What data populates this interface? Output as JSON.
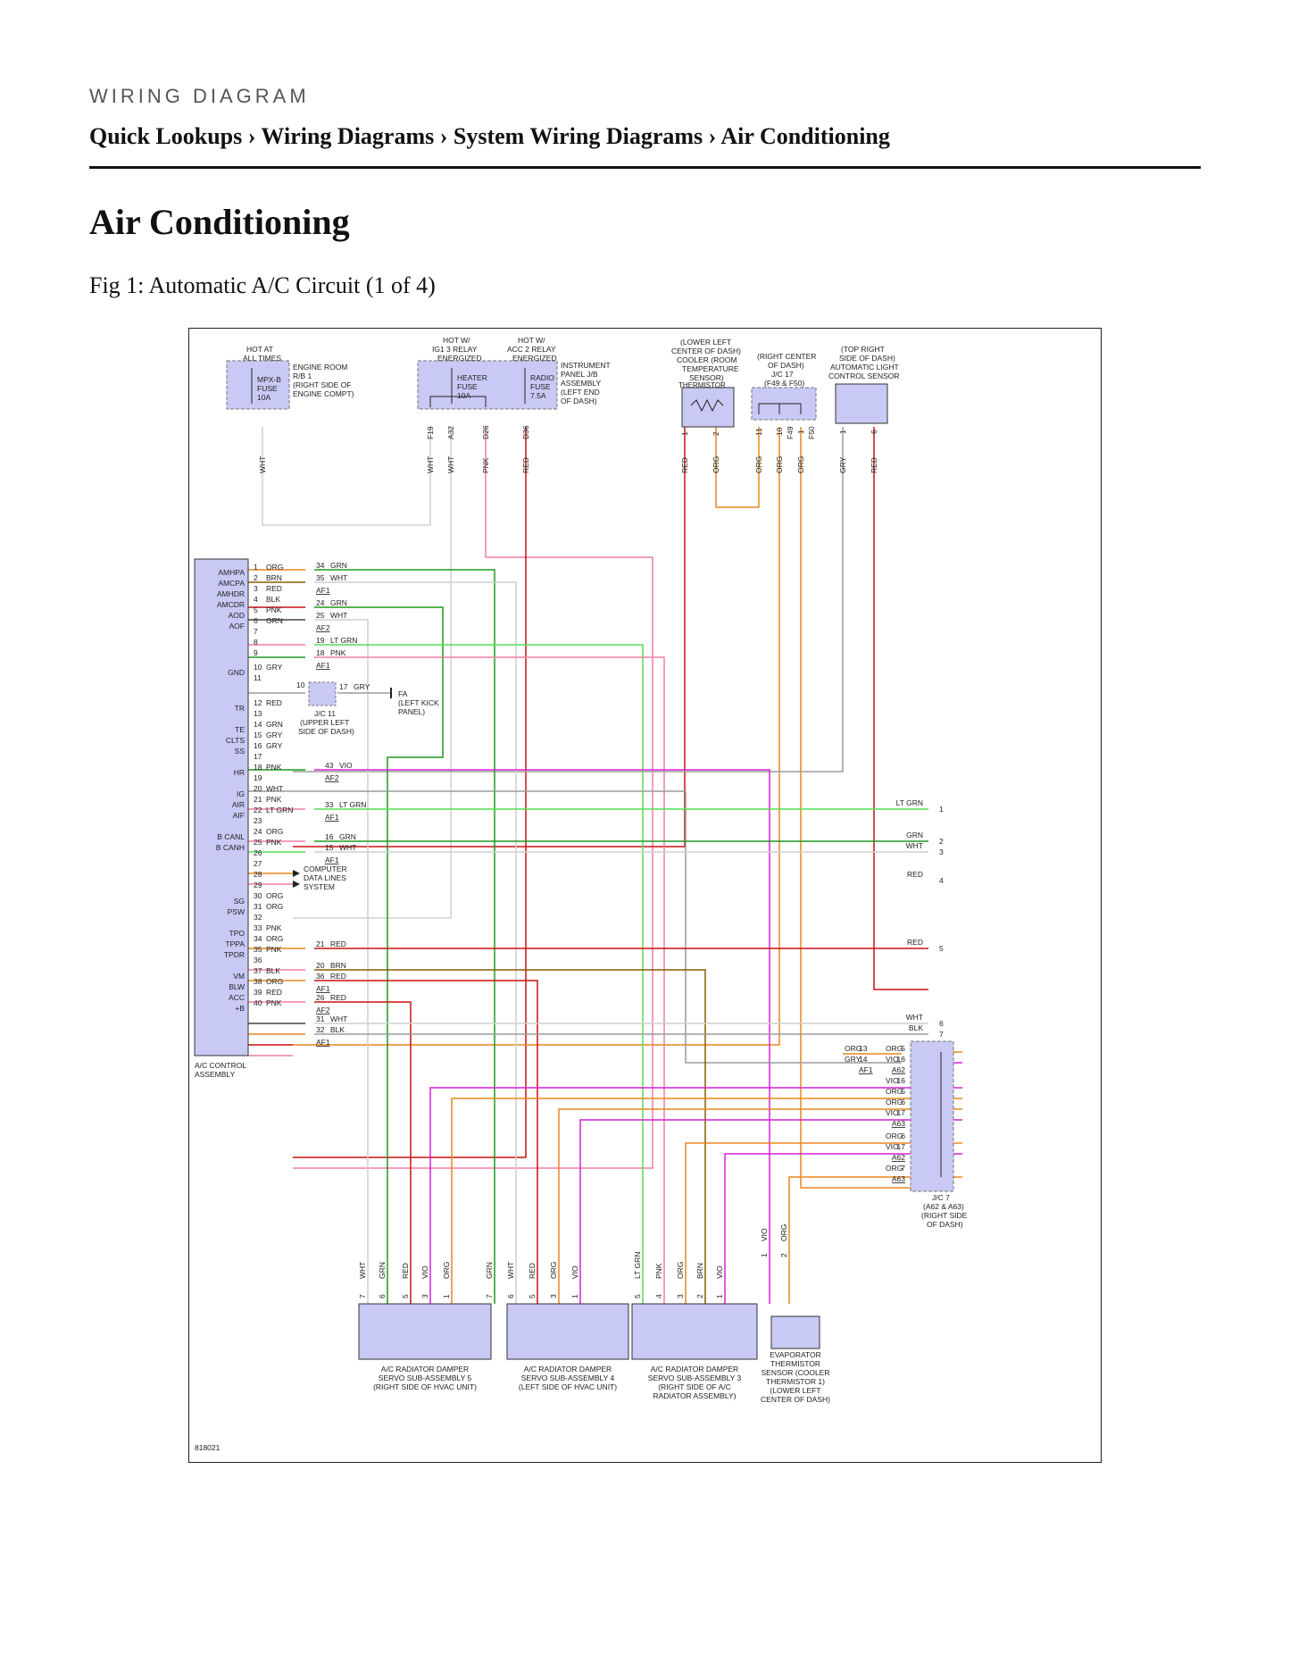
{
  "header": {
    "kicker": "WIRING DIAGRAM",
    "breadcrumb": "Quick Lookups › Wiring Diagrams › System Wiring Diagrams › Air Conditioning"
  },
  "page": {
    "title": "Air Conditioning",
    "figure_caption": "Fig 1: Automatic A/C Circuit (1 of 4)"
  },
  "diagram": {
    "id": "818021",
    "top_components": {
      "mpxb": {
        "hot": [
          "HOT AT",
          "ALL TIMES"
        ],
        "fuse": [
          "MPX-B",
          "FUSE",
          "10A"
        ],
        "desc": [
          "ENGINE ROOM",
          "R/B 1",
          "(RIGHT SIDE OF",
          "ENGINE COMPT)"
        ]
      },
      "ig1": {
        "hot": [
          "HOT W/",
          "IG1 3 RELAY",
          "ENERGIZED"
        ]
      },
      "acc2": {
        "hot": [
          "HOT W/",
          "ACC 2 RELAY",
          "ENERGIZED"
        ]
      },
      "heater": [
        "HEATER",
        "FUSE",
        "10A"
      ],
      "radio": [
        "RADIO",
        "FUSE",
        "7.5A"
      ],
      "ipjb": [
        "INSTRUMENT",
        "PANEL J/B",
        "ASSEMBLY",
        "(LEFT END",
        "OF DASH)"
      ],
      "thermistor": [
        "(LOWER LEFT",
        "CENTER OF DASH)",
        "COOLER (ROOM",
        "TEMPERATURE",
        "SENSOR)",
        "THERMISTOR"
      ],
      "jc17": [
        "(RIGHT CENTER",
        "OF DASH)",
        "J/C 17",
        "(F49 & F50)"
      ],
      "lightsensor": [
        "(TOP RIGHT",
        "SIDE OF DASH)",
        "AUTOMATIC LIGHT",
        "CONTROL SENSOR"
      ]
    },
    "top_pins": [
      "F19",
      "A32",
      "D26",
      "D36",
      "1",
      "2",
      "11",
      "10",
      "F49",
      "1",
      "F50",
      "1",
      "6"
    ],
    "top_wire_colors": [
      "WHT",
      "WHT",
      "WHT",
      "PNK",
      "RED",
      "RED",
      "ORG",
      "ORG",
      "ORG",
      "ORG",
      "GRY",
      "RED"
    ],
    "ac_control": {
      "name": [
        "A/C CONTROL",
        "ASSEMBLY"
      ],
      "pins": [
        {
          "n": "1",
          "c": "ORG",
          "f": "AMHPA"
        },
        {
          "n": "2",
          "c": "BRN",
          "f": "AMCPA"
        },
        {
          "n": "3",
          "c": "RED",
          "f": "AMHDR"
        },
        {
          "n": "4",
          "c": "BLK",
          "f": "AMCDR"
        },
        {
          "n": "5",
          "c": "PNK",
          "f": "AOD"
        },
        {
          "n": "6",
          "c": "GRN",
          "f": "AOF"
        },
        {
          "n": "7",
          "c": "",
          "f": ""
        },
        {
          "n": "8",
          "c": "",
          "f": ""
        },
        {
          "n": "9",
          "c": "",
          "f": ""
        },
        {
          "n": "10",
          "c": "GRY",
          "f": "GND"
        },
        {
          "n": "11",
          "c": "",
          "f": ""
        },
        {
          "n": "12",
          "c": "RED",
          "f": "TR"
        },
        {
          "n": "13",
          "c": "",
          "f": ""
        },
        {
          "n": "14",
          "c": "GRN",
          "f": "TE"
        },
        {
          "n": "15",
          "c": "GRY",
          "f": "CLTS"
        },
        {
          "n": "16",
          "c": "GRY",
          "f": "SS"
        },
        {
          "n": "17",
          "c": "",
          "f": ""
        },
        {
          "n": "18",
          "c": "PNK",
          "f": "HR"
        },
        {
          "n": "19",
          "c": "",
          "f": ""
        },
        {
          "n": "20",
          "c": "WHT",
          "f": "IG"
        },
        {
          "n": "21",
          "c": "PNK",
          "f": "AIR"
        },
        {
          "n": "22",
          "c": "LT GRN",
          "f": "AIF"
        },
        {
          "n": "23",
          "c": "",
          "f": ""
        },
        {
          "n": "24",
          "c": "ORG",
          "f": "B CANL"
        },
        {
          "n": "25",
          "c": "PNK",
          "f": "B CANH"
        },
        {
          "n": "26",
          "c": "",
          "f": ""
        },
        {
          "n": "27",
          "c": "",
          "f": ""
        },
        {
          "n": "28",
          "c": "",
          "f": ""
        },
        {
          "n": "29",
          "c": "",
          "f": ""
        },
        {
          "n": "30",
          "c": "ORG",
          "f": "SG"
        },
        {
          "n": "31",
          "c": "ORG",
          "f": "PSW"
        },
        {
          "n": "32",
          "c": "",
          "f": ""
        },
        {
          "n": "33",
          "c": "PNK",
          "f": "TPO"
        },
        {
          "n": "34",
          "c": "ORG",
          "f": "TPPA"
        },
        {
          "n": "35",
          "c": "PNK",
          "f": "TPDR"
        },
        {
          "n": "36",
          "c": "",
          "f": ""
        },
        {
          "n": "37",
          "c": "BLK",
          "f": "VM"
        },
        {
          "n": "38",
          "c": "ORG",
          "f": "BLW"
        },
        {
          "n": "39",
          "c": "RED",
          "f": "ACC"
        },
        {
          "n": "40",
          "c": "PNK",
          "f": "+B"
        }
      ]
    },
    "inline": [
      {
        "n": "34",
        "c": "GRN"
      },
      {
        "n": "35",
        "c": "WHT"
      },
      {
        "n": "AF1",
        "c": ""
      },
      {
        "n": "24",
        "c": "GRN"
      },
      {
        "n": "25",
        "c": "WHT"
      },
      {
        "n": "AF2",
        "c": ""
      },
      {
        "n": "19",
        "c": "LT GRN"
      },
      {
        "n": "18",
        "c": "PNK"
      },
      {
        "n": "AF1",
        "c": ""
      },
      {
        "n": "43",
        "c": "VIO"
      },
      {
        "n": "AF2",
        "c": ""
      },
      {
        "n": "33",
        "c": "LT GRN"
      },
      {
        "n": "AF1",
        "c": ""
      },
      {
        "n": "16",
        "c": "GRN"
      },
      {
        "n": "15",
        "c": "WHT"
      },
      {
        "n": "AF1",
        "c": ""
      },
      {
        "n": "21",
        "c": "RED"
      },
      {
        "n": "20",
        "c": "BRN"
      },
      {
        "n": "36",
        "c": "RED"
      },
      {
        "n": "AF1",
        "c": ""
      },
      {
        "n": "26",
        "c": "RED"
      },
      {
        "n": "AF2",
        "c": ""
      },
      {
        "n": "31",
        "c": "WHT"
      },
      {
        "n": "32",
        "c": "BLK"
      },
      {
        "n": "AF1",
        "c": ""
      }
    ],
    "jc11": {
      "pins": [
        "10",
        "17"
      ],
      "color_out": "GRY",
      "name": [
        "J/C 11",
        "(UPPER LEFT",
        "SIDE OF DASH)"
      ],
      "ground": [
        "FA",
        "(LEFT KICK",
        "PANEL)"
      ]
    },
    "computer_data": [
      "COMPUTER",
      "DATA LINES",
      "SYSTEM"
    ],
    "right_exits": [
      {
        "c": "LT GRN",
        "n": "1"
      },
      {
        "c": "GRN",
        "n": "2"
      },
      {
        "c": "WHT",
        "n": "3"
      },
      {
        "c": "RED",
        "n": "4"
      },
      {
        "c": "RED",
        "n": "5"
      },
      {
        "c": "WHT",
        "n": "6"
      },
      {
        "c": "BLK",
        "n": "7"
      }
    ],
    "jc7": {
      "rows": [
        {
          "l": "ORG",
          "n": "13",
          "r": "ORG",
          "p": "5"
        },
        {
          "l": "GRY",
          "n": "14",
          "r": "VIO",
          "p": "16"
        },
        {
          "l": "",
          "n": "AF1",
          "r": "",
          "p": "A62"
        },
        {
          "l": "",
          "n": "",
          "r": "VIO",
          "p": "16"
        },
        {
          "l": "",
          "n": "",
          "r": "ORG",
          "p": "5"
        },
        {
          "l": "",
          "n": "",
          "r": "ORG",
          "p": "6"
        },
        {
          "l": "",
          "n": "",
          "r": "VIO",
          "p": "17"
        },
        {
          "l": "",
          "n": "",
          "r": "",
          "p": "A63"
        },
        {
          "l": "",
          "n": "",
          "r": "ORG",
          "p": "6"
        },
        {
          "l": "",
          "n": "",
          "r": "VIO",
          "p": "17"
        },
        {
          "l": "",
          "n": "",
          "r": "",
          "p": "A62"
        },
        {
          "l": "",
          "n": "",
          "r": "ORG",
          "p": "7"
        },
        {
          "l": "",
          "n": "",
          "r": "",
          "p": "A63"
        }
      ],
      "name": [
        "J/C 7",
        "(A62 & A63)",
        "(RIGHT SIDE",
        "OF DASH)"
      ]
    },
    "servos": [
      {
        "colors": [
          "WHT",
          "GRN",
          "RED",
          "VIO",
          "ORG"
        ],
        "pins": [
          "7",
          "6",
          "5",
          "3",
          "1"
        ],
        "name": [
          "A/C RADIATOR DAMPER",
          "SERVO SUB-ASSEMBLY 5",
          "(RIGHT SIDE OF HVAC UNIT)"
        ]
      },
      {
        "colors": [
          "GRN",
          "WHT",
          "RED",
          "ORG",
          "VIO"
        ],
        "pins": [
          "7",
          "6",
          "5",
          "3",
          "1"
        ],
        "name": [
          "A/C RADIATOR DAMPER",
          "SERVO SUB-ASSEMBLY 4",
          "(LEFT SIDE OF HVAC UNIT)"
        ]
      },
      {
        "colors": [
          "LT GRN",
          "PNK",
          "ORG",
          "BRN",
          "VIO"
        ],
        "pins": [
          "5",
          "4",
          "3",
          "2",
          "1"
        ],
        "name": [
          "A/C RADIATOR DAMPER",
          "SERVO SUB-ASSEMBLY 3",
          "(RIGHT SIDE OF A/C",
          "RADIATOR ASSEMBLY)"
        ]
      },
      {
        "colors": [
          "VIO",
          "ORG"
        ],
        "pins": [
          "1",
          "2"
        ],
        "name": [
          "EVAPORATOR",
          "THERMISTOR",
          "SENSOR (COOLER",
          "THERMISTOR 1)",
          "(LOWER LEFT",
          "CENTER OF DASH)"
        ]
      }
    ],
    "colors": {
      "component_fill": "#c9c9f5",
      "ORG": "#e8871e",
      "BRN": "#8a5a00",
      "GRN": "#1f9a1f",
      "LTGRN": "#55dd55",
      "RED": "#cc1111",
      "PNK": "#ee7fa6",
      "VIO": "#d620d6",
      "WHT": "#cfcfcf",
      "GRY": "#9b9b9b",
      "BLK": "#444444"
    }
  }
}
